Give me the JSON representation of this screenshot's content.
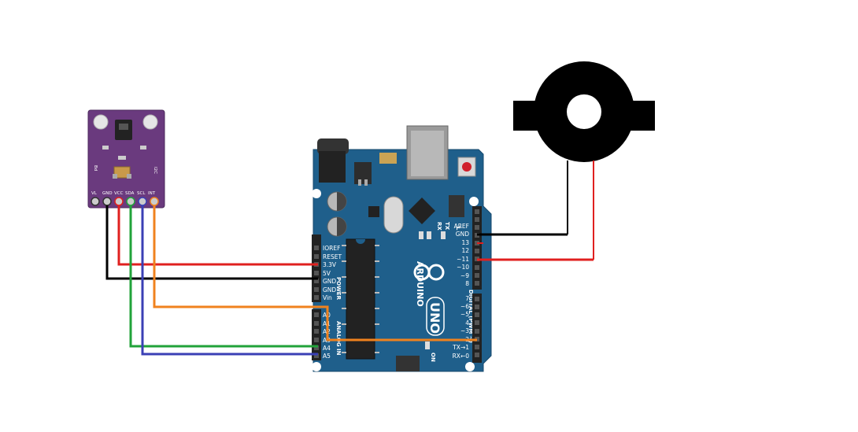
{
  "sensor": {
    "pins": [
      "VL",
      "GND",
      "VCC",
      "SDA",
      "SCL",
      "INT"
    ],
    "side_left": "Bd",
    "side_right": "I2C"
  },
  "arduino": {
    "brand": "ARDUINO",
    "model": "UNO",
    "power_header": [
      "IOREF",
      "RESET",
      "3.3V",
      "5V",
      "GND",
      "GND",
      "Vin"
    ],
    "power_label": "POWER",
    "analog_header": [
      "A0",
      "A1",
      "A2",
      "A3",
      "A4",
      "A5"
    ],
    "analog_label": "ANALOG IN",
    "digital_top": [
      "AREF",
      "GND",
      "13",
      "12",
      "~11",
      "~10",
      "~9",
      "8"
    ],
    "digital_bottom": [
      "7",
      "~6",
      "~5",
      "4",
      "~3",
      "2",
      "TX→1",
      "RX←0"
    ],
    "digital_label": "DIGITAL (PWM ~)",
    "led_labels": [
      "RX",
      "TX",
      "L"
    ],
    "on_label": "ON"
  },
  "wire_colors": {
    "gnd": "#000000",
    "power": "#e0201f",
    "sda": "#21a33a",
    "scl": "#3a3fb5",
    "int": "#f0821e",
    "board": "#1f5f8b",
    "sensor": "#6a3a7e"
  }
}
